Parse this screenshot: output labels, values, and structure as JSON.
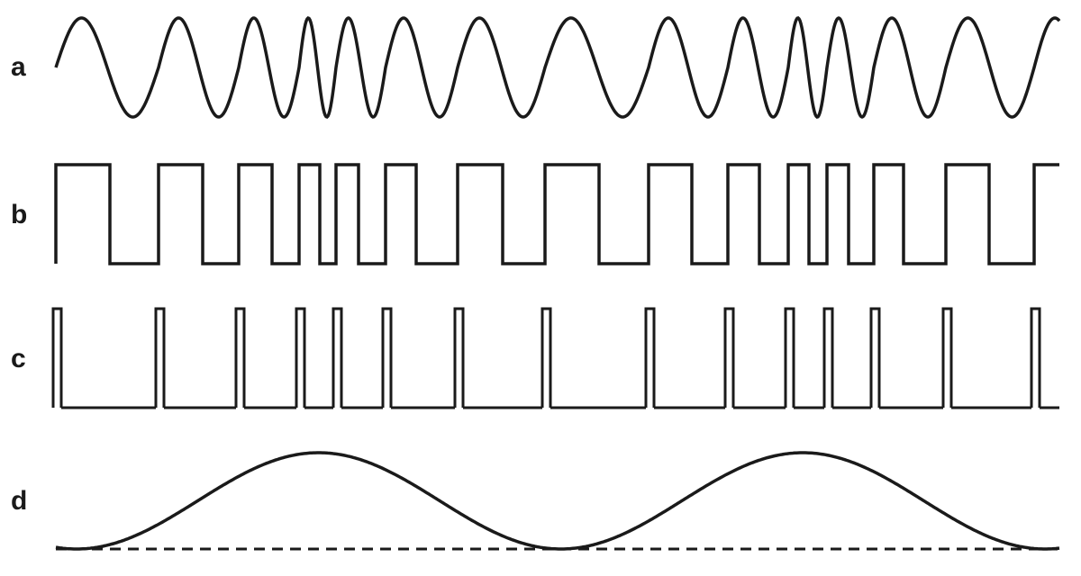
{
  "panels": [
    {
      "label": "a",
      "kind": "sine-carrier"
    },
    {
      "label": "b",
      "kind": "square-wave"
    },
    {
      "label": "c",
      "kind": "pulse-train"
    },
    {
      "label": "d",
      "kind": "modulating-signal"
    }
  ],
  "colors": {
    "stroke": "#1a1a1a",
    "background": "#ffffff"
  }
}
